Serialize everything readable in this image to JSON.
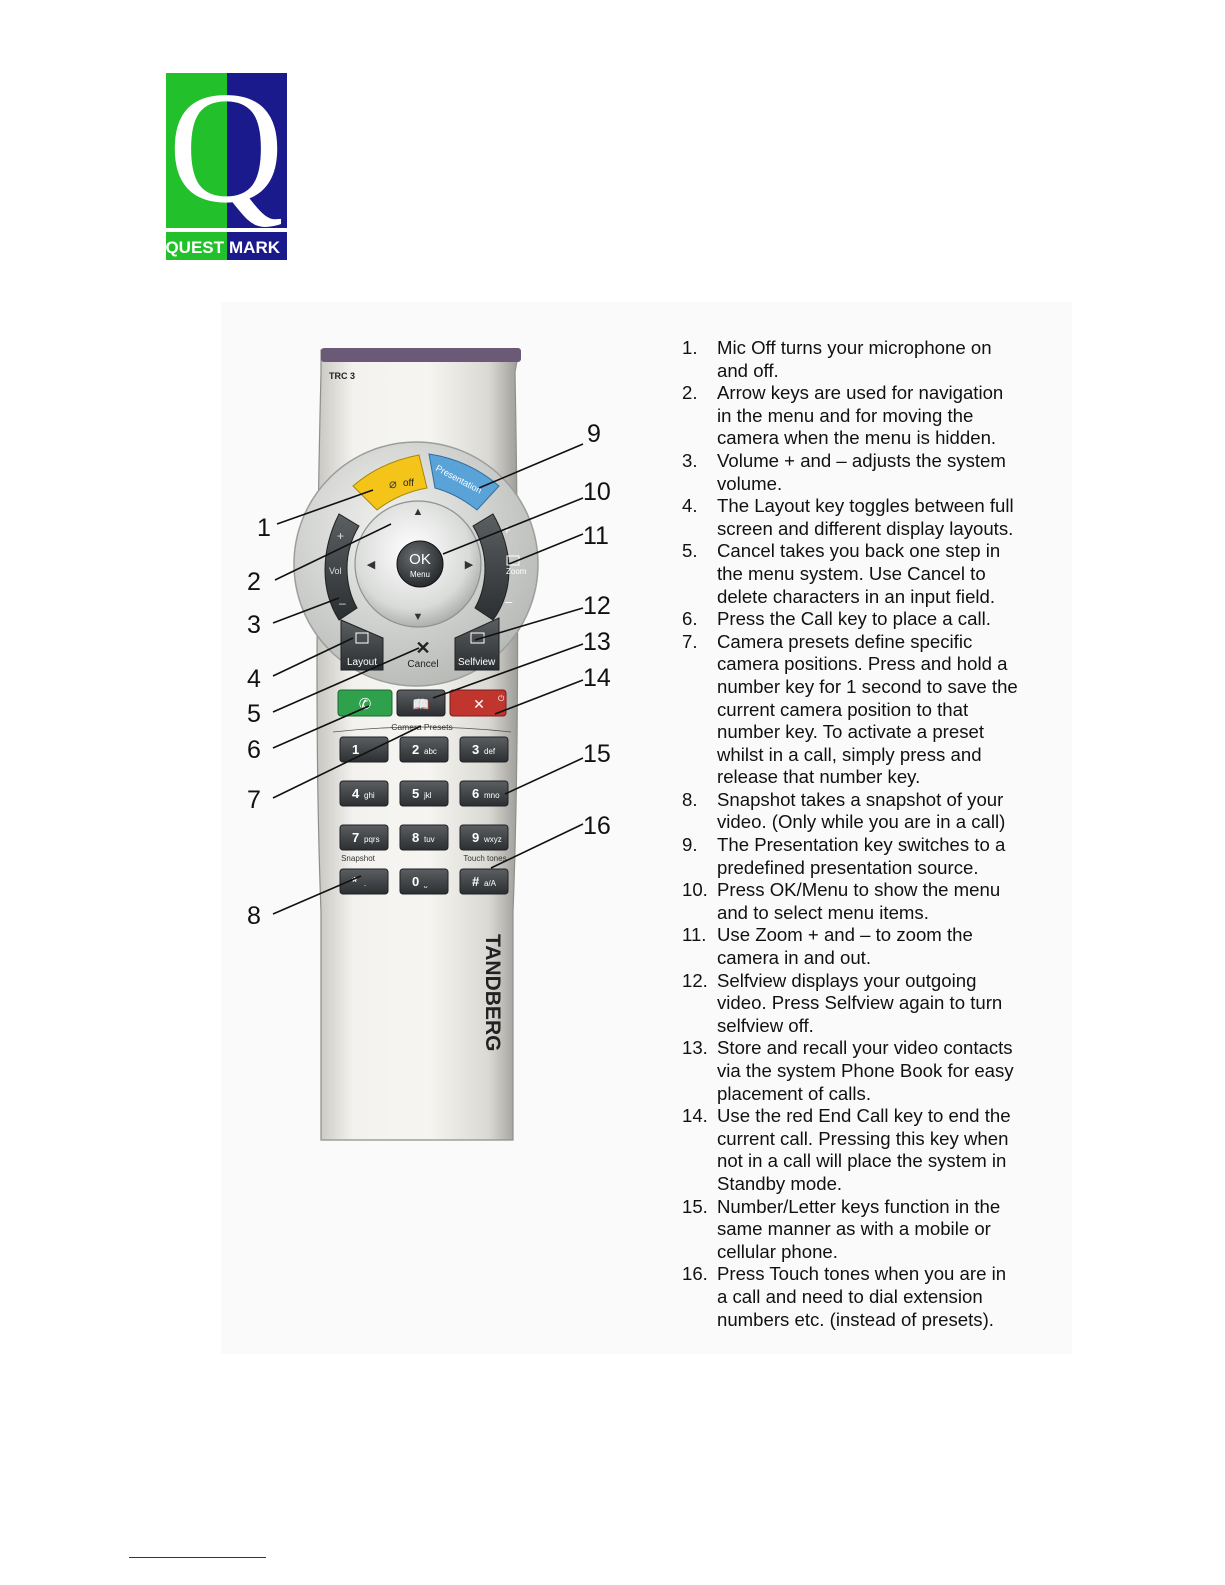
{
  "logo": {
    "letter": "Q",
    "word_left": "QUEST",
    "word_right": "MARK",
    "colors": {
      "green": "#22c02a",
      "blue": "#1a1a8c",
      "white": "#ffffff"
    }
  },
  "remote": {
    "model_label": "TRC 3",
    "brand": "TANDBERG",
    "keys": {
      "mic": "off",
      "presentation": "Presentation",
      "vol": "Vol",
      "ok": "OK",
      "menu": "Menu",
      "zoom": "Zoom",
      "plus": "+",
      "minus": "–",
      "layout": "Layout",
      "cancel": "Cancel",
      "selfview": "Selfview",
      "camera_presets": "Camera Presets",
      "snapshot": "Snapshot",
      "touch_tones": "Touch tones",
      "numbers": [
        {
          "digit": "1",
          "letters": ""
        },
        {
          "digit": "2",
          "letters": "abc"
        },
        {
          "digit": "3",
          "letters": "def"
        },
        {
          "digit": "4",
          "letters": "ghi"
        },
        {
          "digit": "5",
          "letters": "jkl"
        },
        {
          "digit": "6",
          "letters": "mno"
        },
        {
          "digit": "7",
          "letters": "pqrs"
        },
        {
          "digit": "8",
          "letters": "tuv"
        },
        {
          "digit": "9",
          "letters": "wxyz"
        },
        {
          "digit": "*",
          "letters": "."
        },
        {
          "digit": "0",
          "letters": "⎵"
        },
        {
          "digit": "#",
          "letters": "a/A"
        }
      ]
    },
    "callouts": [
      "1",
      "2",
      "3",
      "4",
      "5",
      "6",
      "7",
      "8",
      "9",
      "10",
      "11",
      "12",
      "13",
      "14",
      "15",
      "16"
    ],
    "colors": {
      "mic_key": "#f4c518",
      "presentation_key": "#5aa3d8",
      "call_key": "#2fa04c",
      "end_key": "#c0362e",
      "body": "#ecebe6",
      "ring": "#c9cac6",
      "dark_key": "#3a3d40"
    }
  },
  "instructions": [
    {
      "num": "1.",
      "lines": [
        "Mic Off turns your microphone on",
        "and off."
      ]
    },
    {
      "num": "2.",
      "lines": [
        "Arrow keys are used for navigation",
        "in the menu and for moving the",
        "camera when the menu is hidden."
      ]
    },
    {
      "num": "3.",
      "lines": [
        "Volume + and – adjusts the system",
        "volume."
      ]
    },
    {
      "num": "4.",
      "lines": [
        "The Layout key toggles between full",
        "screen and different display layouts."
      ]
    },
    {
      "num": "5.",
      "lines": [
        "Cancel takes you back one step in",
        "the menu system. Use Cancel to",
        "delete characters in an input field."
      ]
    },
    {
      "num": "6.",
      "lines": [
        "Press the Call key to place a call."
      ]
    },
    {
      "num": "7.",
      "lines": [
        "Camera presets define specific",
        "camera positions. Press and hold a",
        "number key for 1 second to save the",
        "current camera position to that",
        "number key.  To activate a preset",
        "whilst in a call, simply press and",
        "release that number key."
      ]
    },
    {
      "num": "8.",
      "lines": [
        "Snapshot takes a snapshot of your",
        "video. (Only while you are in a call)"
      ]
    },
    {
      "num": "9.",
      "lines": [
        "The Presentation key switches to a",
        "predefined presentation source."
      ]
    },
    {
      "num": "10.",
      "lines": [
        "Press OK/Menu to show the menu",
        "and to select menu items."
      ]
    },
    {
      "num": "11.",
      "lines": [
        "Use Zoom + and – to zoom the",
        "camera in and out."
      ]
    },
    {
      "num": "12.",
      "lines": [
        "Selfview displays your outgoing",
        "video. Press Selfview again to turn",
        "selfview off."
      ]
    },
    {
      "num": "13.",
      "lines": [
        "Store and recall your video contacts",
        "via the system Phone Book for easy",
        "placement of calls."
      ]
    },
    {
      "num": "14.",
      "lines": [
        "Use the red End Call key to end the",
        "current call. Pressing this key when",
        "not in a call will place the system in",
        "Standby mode."
      ]
    },
    {
      "num": "15.",
      "lines": [
        "Number/Letter keys function in the",
        "same manner as with a mobile or",
        "cellular phone."
      ]
    },
    {
      "num": "16.",
      "lines": [
        "Press Touch tones when you are in",
        "a call and need to dial extension",
        "numbers etc. (instead of presets)."
      ]
    }
  ]
}
